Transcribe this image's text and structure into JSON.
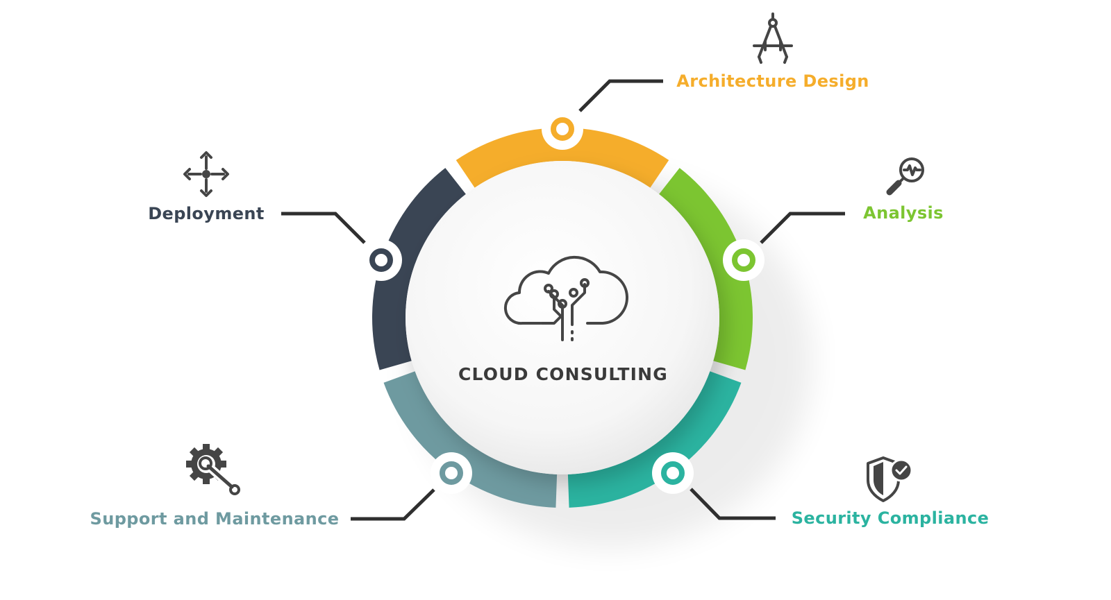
{
  "center": {
    "title": "CLOUD CONSULTING",
    "icon": "cloud-circuit-icon"
  },
  "colors": {
    "architecture": "#f5ad2b",
    "analysis": "#7cc531",
    "security": "#2bb3a0",
    "support": "#6e9aa0",
    "deployment": "#3a4554",
    "connector": "#2f2f2f",
    "icon": "#454545"
  },
  "segments": [
    {
      "id": "architecture",
      "label": "Architecture Design",
      "icon": "drafting-compass-icon"
    },
    {
      "id": "analysis",
      "label": "Analysis",
      "icon": "magnifier-pulse-icon"
    },
    {
      "id": "security",
      "label": "Security Compliance",
      "icon": "shield-check-icon"
    },
    {
      "id": "support",
      "label": "Support and Maintenance",
      "icon": "gear-wrench-icon"
    },
    {
      "id": "deployment",
      "label": "Deployment",
      "icon": "four-arrows-icon"
    }
  ]
}
